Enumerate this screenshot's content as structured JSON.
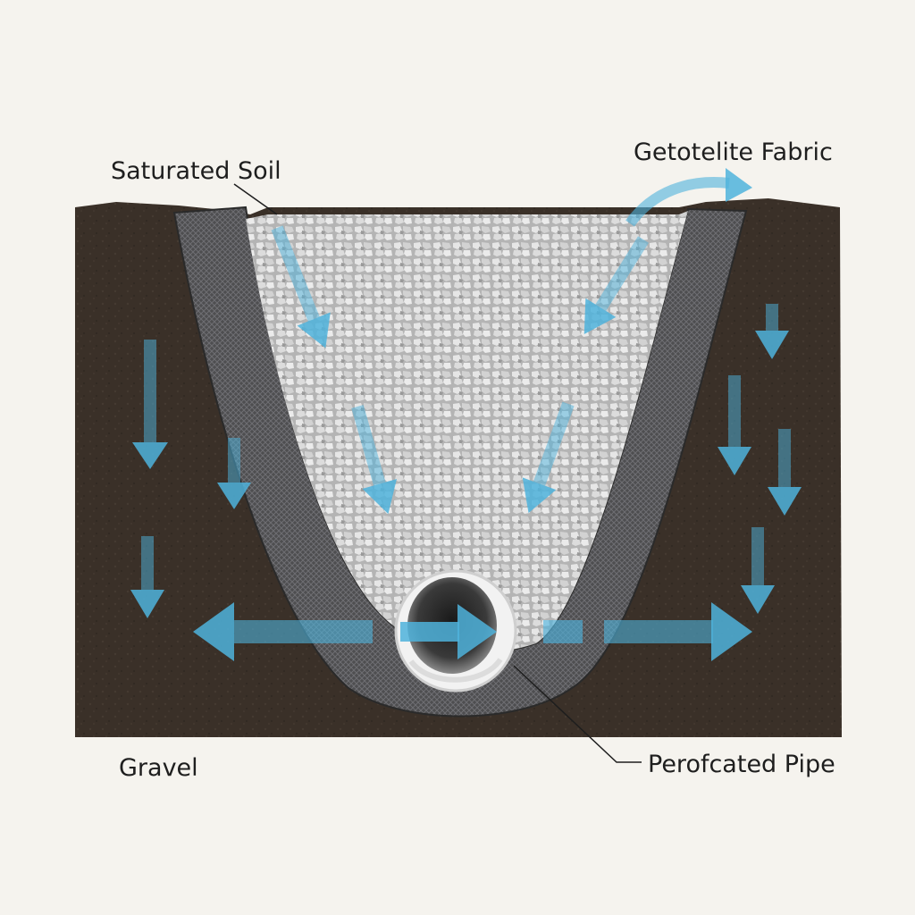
{
  "labels": {
    "saturated_soil": "Saturated Soil",
    "geotextile_fabric": "Getotelite Fabric",
    "gravel": "Gravel",
    "perforated_pipe": "Perofcated Pipe"
  },
  "colors": {
    "background": "#f5f3ee",
    "soil": "#3a3028",
    "fabric": "#5a5a5c",
    "gravel": "#c9c9c9",
    "water_arrow": "#4fb3dc",
    "pipe": "#f2f2f2"
  },
  "icons": {
    "water_flow": "arrow-icon",
    "pipe": "pipe-icon"
  }
}
